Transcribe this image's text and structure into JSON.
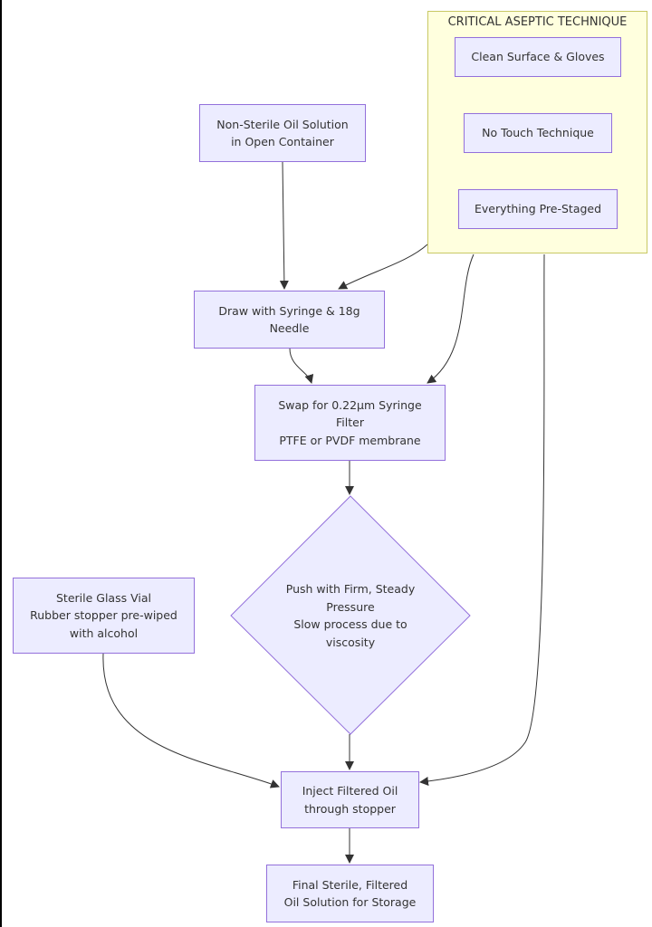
{
  "colors": {
    "node_fill": "#ececff",
    "node_border": "#9370db",
    "cluster_fill": "#ffffde",
    "cluster_border": "#c8c864",
    "edge": "#333333",
    "text": "#333333"
  },
  "cluster": {
    "title": "CRITICAL ASEPTIC TECHNIQUE",
    "items": {
      "clean": "Clean Surface & Gloves",
      "no_touch": "No Touch Technique",
      "staged": "Everything Pre-Staged"
    }
  },
  "nodes": {
    "non_sterile": "Non-Sterile Oil Solution\nin Open Container",
    "draw": "Draw with Syringe & 18g\nNeedle",
    "swap": "Swap for 0.22µm Syringe\nFilter\nPTFE or PVDF membrane",
    "push": "Push with Firm, Steady\nPressure\nSlow process due to\nviscosity",
    "vial": "Sterile Glass Vial\nRubber stopper pre-wiped\nwith alcohol",
    "inject": "Inject Filtered Oil\nthrough stopper",
    "final": "Final Sterile, Filtered\nOil Solution for Storage"
  },
  "edges": [
    {
      "from": "non_sterile",
      "to": "draw"
    },
    {
      "from": "cluster",
      "to": "draw"
    },
    {
      "from": "draw",
      "to": "swap"
    },
    {
      "from": "cluster",
      "to": "swap"
    },
    {
      "from": "swap",
      "to": "push"
    },
    {
      "from": "vial",
      "to": "inject"
    },
    {
      "from": "push",
      "to": "inject"
    },
    {
      "from": "cluster",
      "to": "inject"
    },
    {
      "from": "inject",
      "to": "final"
    }
  ]
}
